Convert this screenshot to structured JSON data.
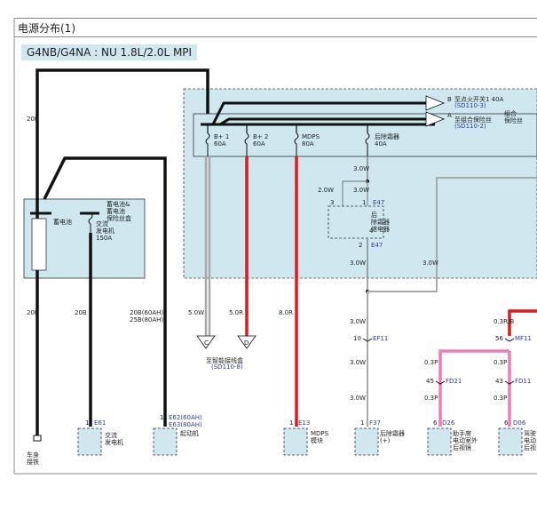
{
  "page_title": "电源分布(1)",
  "model": "G4NB/G4NA : NU 1.8L/2.0L MPI",
  "colors": {
    "zone_fill": "#cfe8f0",
    "black_wire": "#111111",
    "red_wire": "#e0191b",
    "pink_wire": "#f27bb6",
    "white_wire": "#aaaaaa",
    "ref_blue": "#2a3aa8"
  },
  "outputs": {
    "b": {
      "letter": "B",
      "dest": "至点火开关1 40A",
      "ref": "(SD110-3)"
    },
    "a": {
      "letter": "A",
      "dest": "至组合保险丝",
      "ref": "(SD110-2)"
    },
    "group_label": "组合\n保险丝"
  },
  "fuses": [
    {
      "name": "B+ 1",
      "rating": "60A"
    },
    {
      "name": "B+ 2",
      "rating": "60A"
    },
    {
      "name": "MDPS",
      "rating": "80A"
    },
    {
      "name": "后除霜器",
      "rating": "40A"
    }
  ],
  "battery_box": {
    "title": "蓄电池&\n蓄电池\n保险丝盒",
    "battery": "蓄电池",
    "alt_fuse": "交流\n发电机\n150A"
  },
  "relay": {
    "label": "后\n除霜器\n继电器",
    "conn_top": "E47",
    "conn_bottom": "E47",
    "pin3": "3",
    "pin1": "1",
    "pin2": "2",
    "pin4": "4"
  },
  "wire_labels": {
    "w20b_top": "20B",
    "w20b_l": "20B",
    "w20b_2": "20B",
    "w20b60": "20B(60AH)",
    "w25b80": "25B(80AH)",
    "w5w": "5.0W",
    "w5r": "5.0R",
    "w8r": "8.0R",
    "w3w_a": "3.0W",
    "w3w_b": "3.0W",
    "w2w": "2.0W",
    "w3w_c": "3.0W",
    "w3w_d": "3.0W",
    "w3w_e": "3.0W",
    "w3w_f": "3.0W",
    "w3w_g": "3.0W",
    "w03rb": "0.3R/B",
    "w03p_a": "0.3P",
    "w03p_b": "0.3P",
    "w03p_c": "0.3P",
    "w03p_d": "0.3P"
  },
  "junction": {
    "c": "C",
    "d": "D",
    "label": "至智能接线盒",
    "ref": "(SD110-8)"
  },
  "connectors": [
    {
      "id": "ef11",
      "pin": "10",
      "name": "EF11"
    },
    {
      "id": "fd21",
      "pin": "45",
      "name": "FD21"
    },
    {
      "id": "mf11",
      "pin": "56",
      "name": "MF11"
    },
    {
      "id": "fd11",
      "pin": "43",
      "name": "FD11"
    }
  ],
  "components": [
    {
      "id": "ground",
      "label": "车身\n接铁"
    },
    {
      "id": "alt",
      "pin": "1",
      "conn": "E61",
      "label": "交流\n发电机"
    },
    {
      "id": "starter",
      "pin": "1",
      "conn": "E62(60AH)\nE63(80AH)",
      "label": "起动机"
    },
    {
      "id": "mdps",
      "pin": "1",
      "conn": "E13",
      "label": "MDPS\n模块"
    },
    {
      "id": "defog",
      "pin": "1",
      "conn": "F37",
      "label": "后除霜器\n(+)"
    },
    {
      "id": "mirror_p",
      "pin": "6",
      "conn": "D26",
      "label": "助手席\n电动室外\n后视镜"
    },
    {
      "id": "mirror_d",
      "pin": "6",
      "conn": "D06",
      "label": "驾驶\n电动\n后视"
    }
  ]
}
